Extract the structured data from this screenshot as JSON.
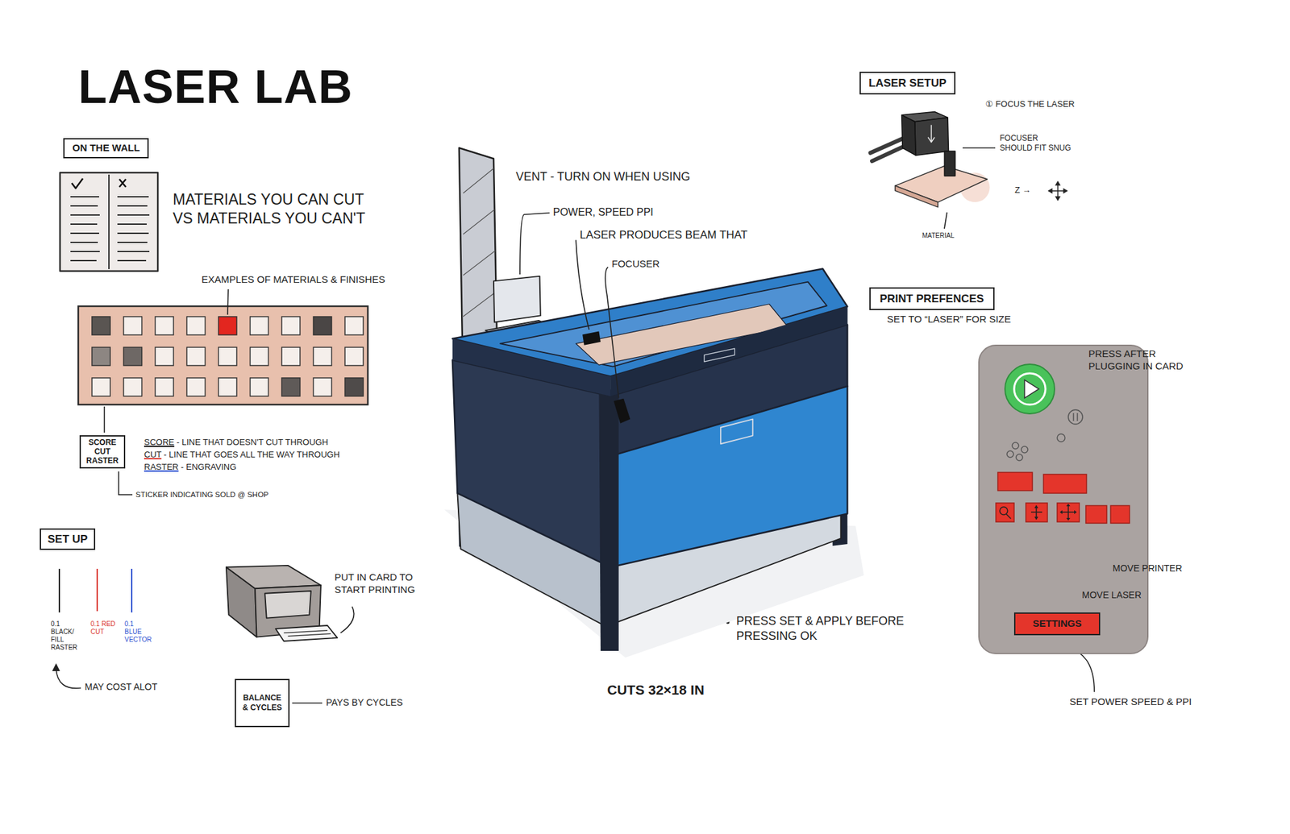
{
  "diagram": {
    "title": "LASER LAB",
    "nodes": [
      {
        "text": [
          "ON THE WALL"
        ]
      },
      {
        "text": [
          "SCORE CUT RASTER"
        ]
      },
      {
        "text": [
          "SET UP"
        ]
      },
      {
        "text": [
          "BALANCE & CYCLES"
        ]
      },
      {
        "text": [
          "LASER SETUP"
        ]
      },
      {
        "text": [
          "PRINT PREFENCES"
        ]
      },
      {
        "text": [
          "SETTINGS"
        ]
      }
    ],
    "labels": [
      "MATERIALS YOU CAN CUT VS MATERIALS YOU CAN'T",
      "EXAMPLES OF MATERIALS & FINISHES",
      "SCORE - LINE THAT DOESN'T CUT THROUGH",
      "CUT - LINE THAT GOES ALL THE WAY THROUGH",
      "RASTER - ENGRAVING",
      "STICKER INDICATING SOLD @ SHOP",
      "0.1 BLACK/ FILL RASTER",
      "0.1 RED CUT",
      "0.1 BLUE VECTOR",
      "MAY COST ALOT",
      "PUT IN CARD TO START PRINTING",
      "PAYS BY CYCLES",
      "VENT - TURN ON WHEN USING",
      "POWER, SPEED PPI",
      "LASER PRODUCES BEAM THAT",
      "FOCUSER",
      "PRESS SET & APPLY BEFORE PRESSING OK",
      "CUTS 32×18 IN",
      "① FOCUS THE LASER",
      "FOCUSER SHOULD FIT SNUG",
      "Z →",
      "MATERIAL",
      "SET TO “LASER” FOR SIZE",
      "PRESS AFTER PLUGGING IN CARD",
      "MOVE PRINTER",
      "MOVE LASER",
      "SET POWER SPEED & PPI"
    ]
  }
}
